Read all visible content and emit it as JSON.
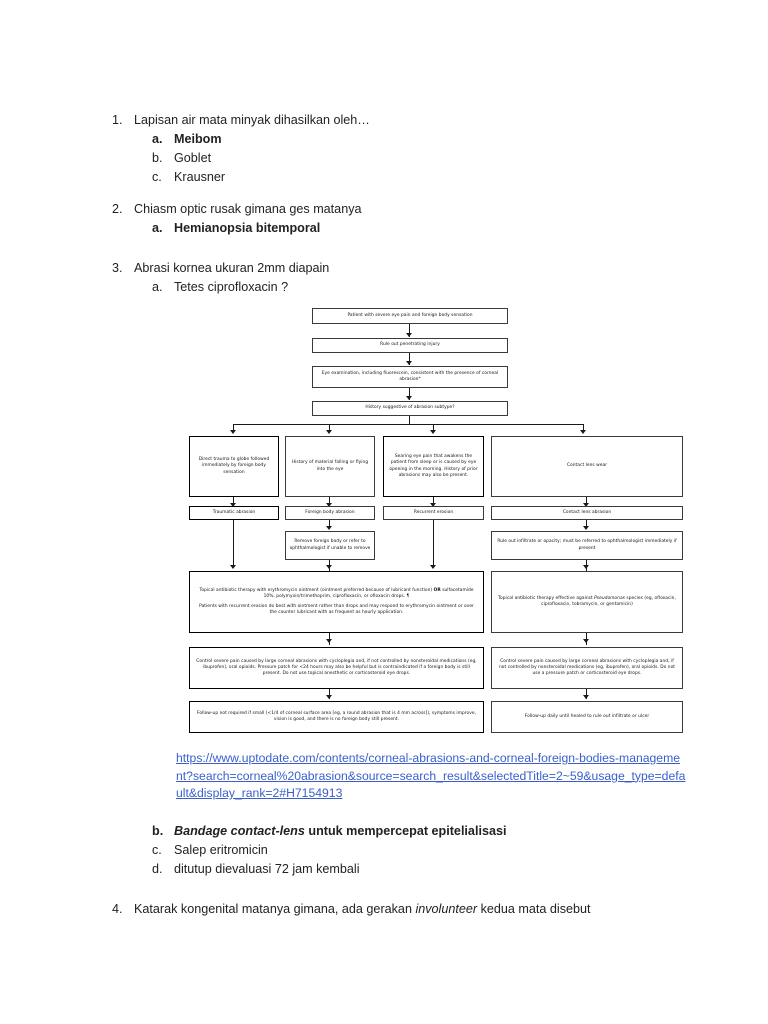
{
  "document": {
    "questions": [
      {
        "number": "1.",
        "text": "Lapisan air mata minyak dihasilkan oleh…",
        "answers": [
          {
            "letter": "a.",
            "text": "Meibom",
            "bold": true
          },
          {
            "letter": "b.",
            "text": "Goblet",
            "bold": false
          },
          {
            "letter": "c.",
            "text": "Krausner",
            "bold": false
          }
        ]
      },
      {
        "number": "2.",
        "text": "Chiasm optic rusak gimana ges matanya",
        "answers": [
          {
            "letter": "a.",
            "text": "Hemianopsia bitemporal",
            "bold": true
          }
        ]
      },
      {
        "number": "3.",
        "text": "Abrasi kornea ukuran 2mm diapain",
        "answers": [
          {
            "letter": "a.",
            "text": "Tetes ciprofloxacin ?",
            "bold": false
          }
        ]
      }
    ],
    "answers_after_figure": [
      {
        "letter": "b.",
        "text_italic": "Bandage contact-lens",
        "text_rest": " untuk mempercepat epitelialisasi",
        "bold": true
      },
      {
        "letter": "c.",
        "text": "Salep eritromicin",
        "bold": false
      },
      {
        "letter": "d.",
        "text": "ditutup dievaluasi 72 jam kembali",
        "bold": false
      }
    ],
    "question_4": {
      "number": "4.",
      "pre": "Katarak kongenital matanya gimana, ada gerakan ",
      "italic": "involunteer",
      "post": " kedua mata disebut"
    },
    "source_link": {
      "label": "https://www.uptodate.com/contents/corneal-abrasions-and-corneal-foreign-bodies-management?search=corneal%20abrasion&source=search_result&selectedTitle=2~59&usage_type=default&display_rank=2#H7154913",
      "color": "#3a5fcd"
    }
  },
  "flowchart": {
    "title": "Corneal abrasion management algorithm",
    "nodes": {
      "n1": "Patient with severe eye pain and foreign body sensation",
      "n2": "Rule out penetrating injury",
      "n3": "Eye examination, including fluorescein, consistent with the presence of corneal abrasion*",
      "n4": "History suggestive of abrasion subtype?",
      "b1": "Direct trauma to globe followed immediately by foreign body sensation",
      "b2": "History of material falling or flying into the eye",
      "b3": "Searing eye pain that awakens the patient from sleep or is caused by eye opening in the morning. History of prior abrasions may also be present.",
      "b4": "Contact lens wear",
      "d1": "Traumatic abrasion",
      "d2": "Foreign body abrasion",
      "d3": "Recurrent erosion",
      "d4": "Contact lens abrasion",
      "e2": "Remove foreign body or refer to ophthalmologist if unable to remove",
      "e4": "Rule out infiltrate or opacity; must be referred to ophthalmologist immediately if present",
      "t_left_p1_a": "Topical antibiotic therapy with erythromycin ointment (ointment preferred because of lubricant function) ",
      "t_left_p1_b": "OR",
      "t_left_p1_c": " sulfacetamide 10%, polymyxin/trimethoprim, ciprofloxacin, or ofloxacin drops. ¶",
      "t_left_p2": "Patients with recurrent erosion do best with ointment rather than drops and may respond to erythromycin ointment or over the counter lubricant with as frequent as hourly application.",
      "t_right_a": "Topical antibiotic therapy effective against ",
      "t_right_i": "Pseudomonas",
      "t_right_b": " species (eg, ofloxacin, ciprofloxacin, tobramycin, or gentamicin)",
      "p_left": "Control severe pain caused by large corneal abrasions with cycloplegia and, if not controlled by nonsteroidal medications (eg, ibuprofen), oral opioids. Pressure patch for <24 hours may also be helpful but is contraindicated if a foreign body is still present. Do not use topical anesthetic or corticosteroid eye drops.",
      "p_right": "Control severe pain caused by large corneal abrasions with cycloplegia and, if not controlled by nonsteroidal medications (eg, ibuprofen), oral opioids. Do not use a pressure patch or corticosteroid eye drops.",
      "f_left": "Follow-up not required if small (<1/4 of corneal surface area [eg, a round abrasion that is 4 mm across]), symptoms improve, vision is good, and there is no foreign body still present.",
      "f_right": "Follow-up daily until healed to rule out infiltrate or ulcer"
    }
  }
}
